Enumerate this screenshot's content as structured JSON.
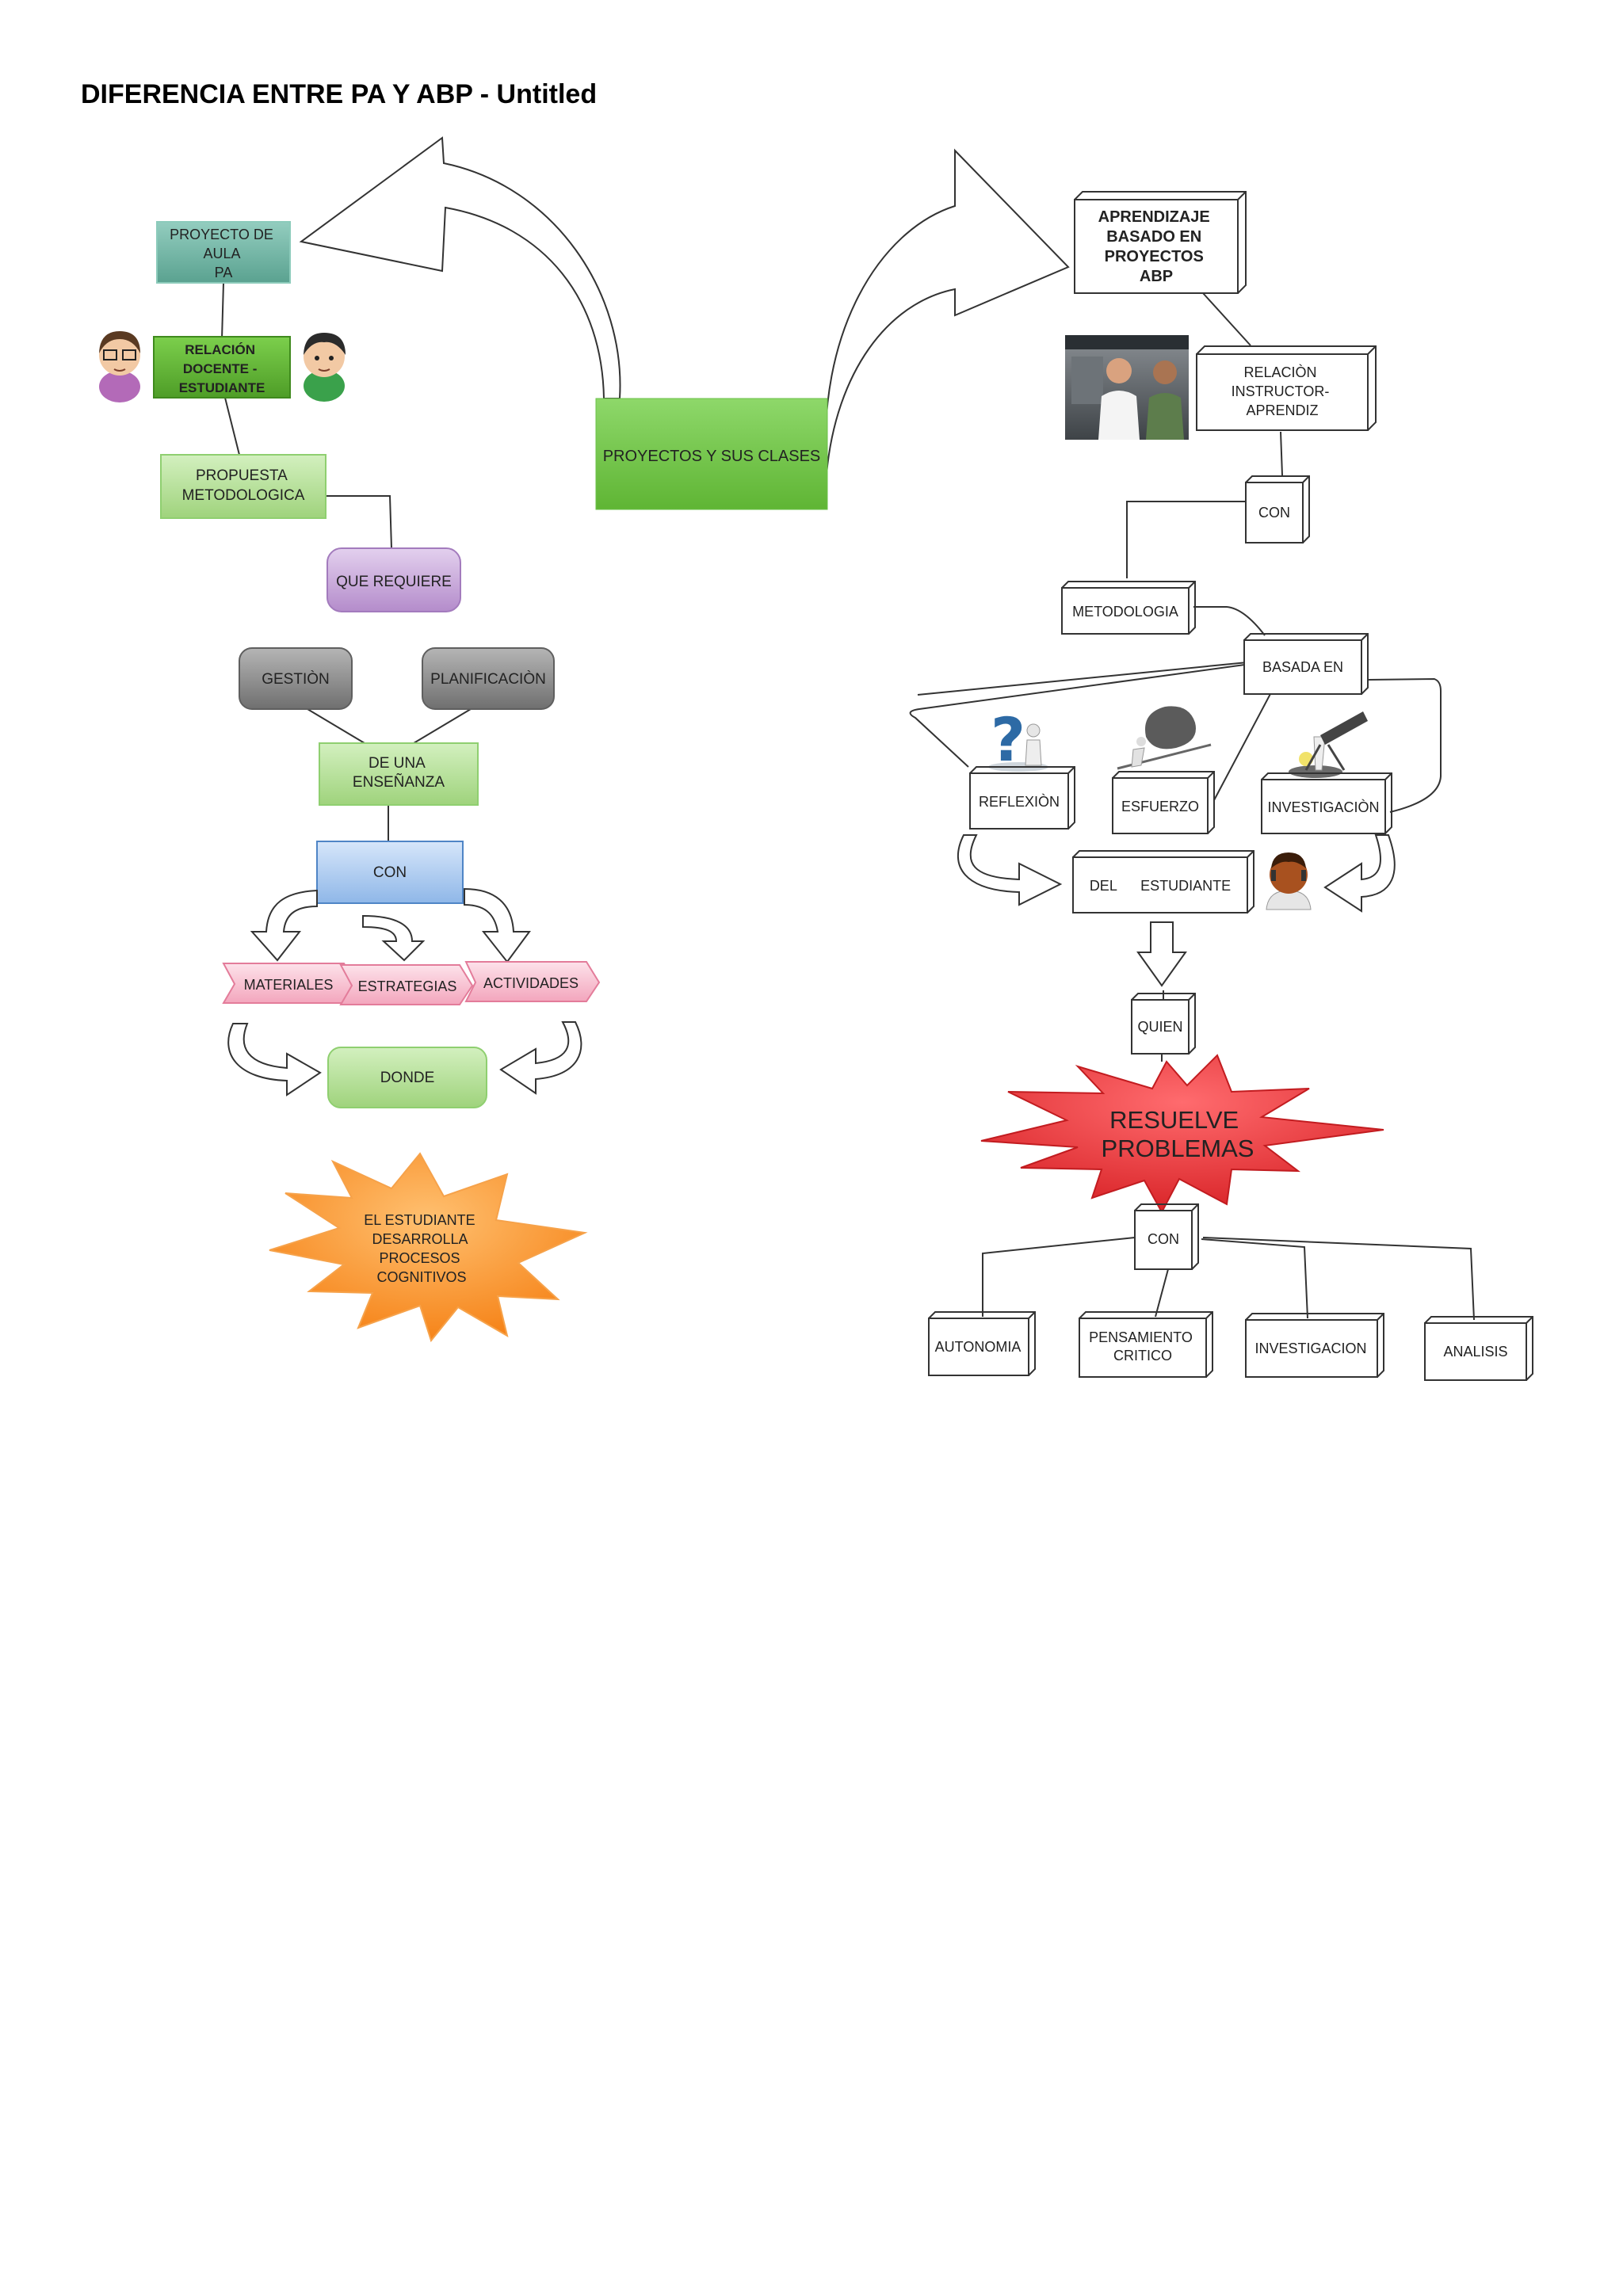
{
  "page": {
    "title": "DIFERENCIA ENTRE PA Y ABP - Untitled"
  },
  "center": {
    "label": "PROYECTOS Y SUS CLASES"
  },
  "left": {
    "proyecto_aula": [
      "PROYECTO DE",
      "AULA",
      "PA"
    ],
    "relacion": [
      "RELACIÓN",
      "DOCENTE -",
      "ESTUDIANTE"
    ],
    "propuesta": [
      "PROPUESTA",
      "METODOLOGICA"
    ],
    "que_requiere": "QUE REQUIERE",
    "gestion": "GESTIÒN",
    "planificacion": "PLANIFICACIÒN",
    "ensenanza": [
      "DE UNA",
      "ENSEÑANZA"
    ],
    "con": "CON",
    "materiales": "MATERIALES",
    "estrategias": "ESTRATEGIAS",
    "actividades": "ACTIVIDADES",
    "donde": "DONDE",
    "burst": [
      "EL ESTUDIANTE",
      "DESARROLLA",
      "PROCESOS",
      "COGNITIVOS"
    ]
  },
  "right": {
    "abp": [
      "APRENDIZAJE",
      "BASADO EN",
      "PROYECTOS",
      "ABP"
    ],
    "relacion": [
      "RELACIÒN",
      "INSTRUCTOR-",
      "APRENDIZ"
    ],
    "con1": "CON",
    "metodologia": "METODOLOGIA",
    "basada_en": "BASADA  EN",
    "reflexion": "REFLEXIÒN",
    "esfuerzo": "ESFUERZO",
    "investigacion": "INVESTIGACIÒN",
    "del_estudiante": "DEL      ESTUDIANTE",
    "quien": "QUIEN",
    "burst": [
      "RESUELVE",
      "PROBLEMAS"
    ],
    "con2": "CON",
    "autonomia": "AUTONOMIA",
    "pensamiento": [
      "PENSAMIENTO",
      "CRITICO"
    ],
    "investigacion2": "INVESTIGACION",
    "analisis": "ANALISIS"
  },
  "colors": {
    "teal": "#6fb5a4",
    "green_dark": "#5fb534",
    "green_light": "#b8e29a",
    "purple": "#c9a9dc",
    "gray": "#8e8e8e",
    "blue": "#a8c8ef",
    "pink": "#f7b9cc",
    "orange": "#f7931e",
    "red": "#e8383d"
  }
}
